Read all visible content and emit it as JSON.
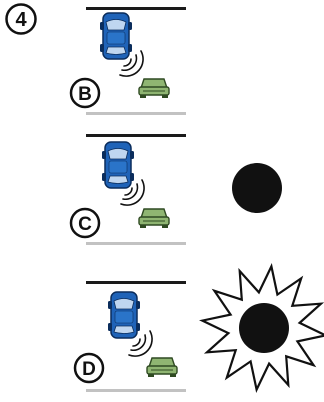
{
  "step_number": "4",
  "panels": [
    {
      "letter": "B",
      "indicator": "none"
    },
    {
      "letter": "C",
      "indicator": "solid-dot-icon"
    },
    {
      "letter": "D",
      "indicator": "starburst-dot-icon"
    }
  ],
  "colors": {
    "ink": "#111111",
    "blue_car": "#1f63b8",
    "green_car": "#8fb572",
    "road_bar": "#1a1a1a",
    "base_line": "#c2c2c2"
  }
}
